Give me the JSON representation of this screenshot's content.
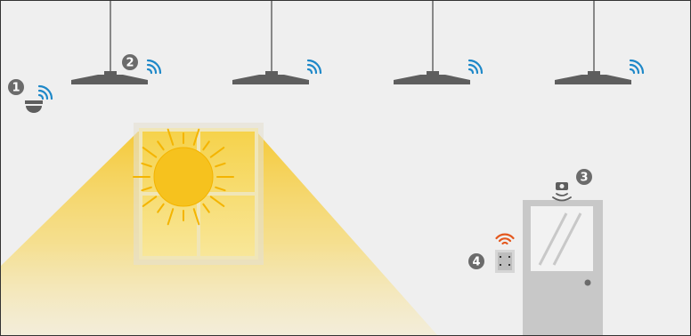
{
  "colors": {
    "wall": "#EFEFEF",
    "frame": "#333333",
    "lamp": "#5E5E5E",
    "wifi_blue": "#1E88C8",
    "wifi_orange": "#E4581E",
    "badge": "#6B6B6B",
    "sun": "#F6C21E",
    "light_beam": "#F6D65C",
    "door": "#C8C8C8",
    "door_glass": "#F2F2F2"
  },
  "badges": {
    "sensor": "1",
    "lamp": "2",
    "door_sensor": "3",
    "wall_switch": "4"
  },
  "lamp_count": 4
}
